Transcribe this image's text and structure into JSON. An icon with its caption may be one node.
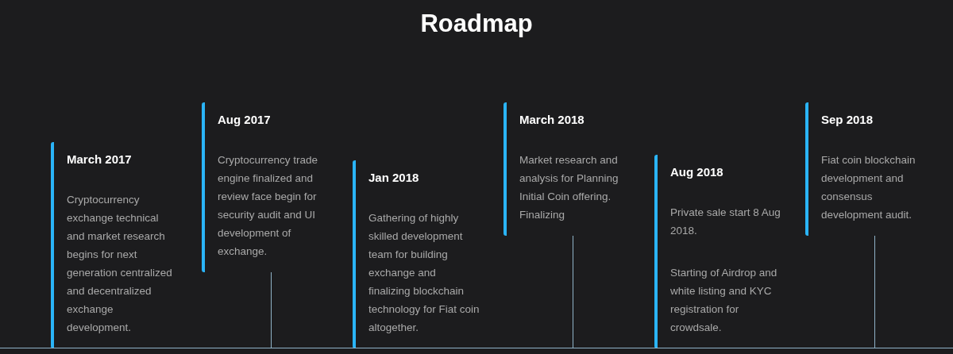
{
  "diagram": {
    "title": "Roadmap",
    "nodes": [
      {
        "text": [
          "March 2017",
          "Cryptocurrency exchange technical and market research begins for next generation centralized and decentralized exchange development."
        ]
      },
      {
        "text": [
          "Aug 2017",
          "Cryptocurrency trade engine finalized and review face begin for security audit and UI development of exchange."
        ]
      },
      {
        "text": [
          "Jan 2018",
          "Gathering of highly skilled development team for building exchange and finalizing blockchain technology for Fiat coin altogether."
        ]
      },
      {
        "text": [
          "March 2018",
          "Market research and analysis for Planning Initial Coin offering. Finalizing"
        ]
      },
      {
        "text": [
          "Aug 2018",
          "Private sale start 8 Aug 2018.",
          "Starting of Airdrop and white listing and KYC registration for crowdsale."
        ]
      },
      {
        "text": [
          "Sep 2018",
          "Fiat coin blockchain development and consensus development audit."
        ]
      },
      {
        "text": [],
        "shape": "bar"
      }
    ],
    "edges": [
      {
        "from": 1,
        "to": 6,
        "arrow": "none"
      },
      {
        "from": 3,
        "to": 6,
        "arrow": "none"
      },
      {
        "from": 5,
        "to": 6,
        "arrow": "none"
      }
    ]
  }
}
